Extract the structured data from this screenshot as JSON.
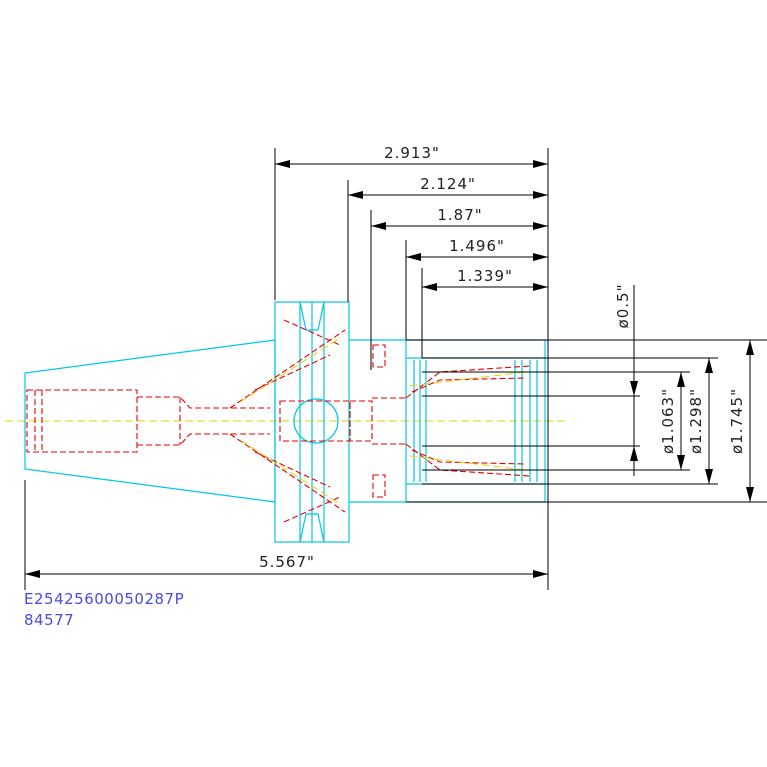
{
  "dimensions": {
    "length_2913": "2.913\"",
    "length_2124": "2.124\"",
    "length_187": "1.87\"",
    "length_1496": "1.496\"",
    "length_1339": "1.339\"",
    "overall_length": "5.567\"",
    "diameter_05": "ø0.5\"",
    "diameter_1063": "ø1.063\"",
    "diameter_1298": "ø1.298\"",
    "diameter_1745": "ø1.745\""
  },
  "part": {
    "part_number": "E25425600050287P",
    "item_number": "84577"
  },
  "colors": {
    "outline": "#00c8e6",
    "hidden": "#e60000",
    "centerline": "#e6d200",
    "dimension": "#000000",
    "code_text": "#4a4ae0"
  }
}
